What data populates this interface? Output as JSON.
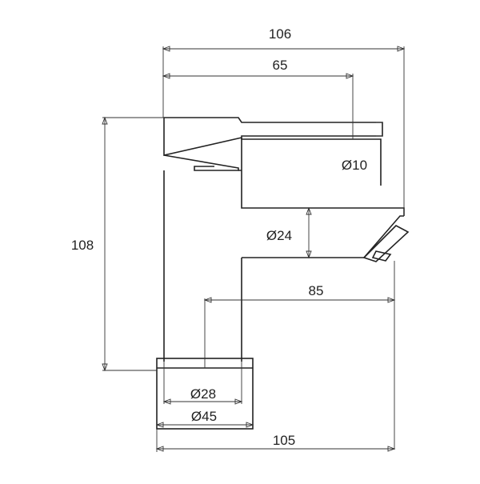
{
  "colors": {
    "line": "#222222",
    "background": "#ffffff"
  },
  "dimensions": {
    "overall_width": "106",
    "handle_length": "65",
    "height": "108",
    "handle_diameter": "Ø10",
    "body_diameter": "Ø24",
    "spout_reach": "85",
    "inner_base_diameter": "Ø28",
    "base_diameter": "Ø45",
    "base_to_tip": "105"
  }
}
